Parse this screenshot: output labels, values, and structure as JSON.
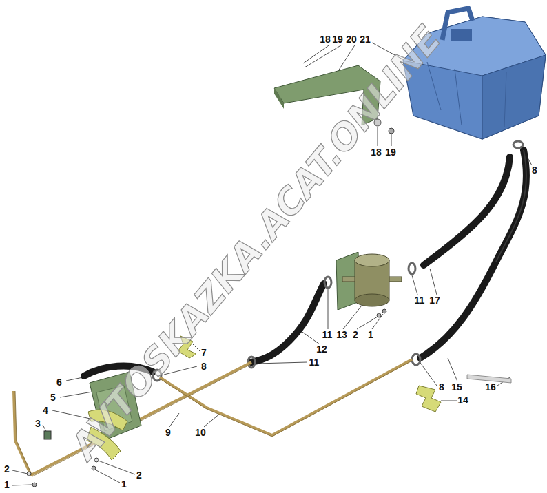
{
  "diagram": {
    "labels": [
      "18",
      "19",
      "20",
      "21",
      "18",
      "19",
      "8",
      "11",
      "17",
      "11",
      "13",
      "2",
      "1",
      "12",
      "11",
      "7",
      "8",
      "6",
      "5",
      "4",
      "3",
      "9",
      "10",
      "8",
      "15",
      "16",
      "14",
      "2",
      "1",
      "2",
      "1",
      "AVTOSKAZKA.ACAT.ONLINE"
    ]
  }
}
